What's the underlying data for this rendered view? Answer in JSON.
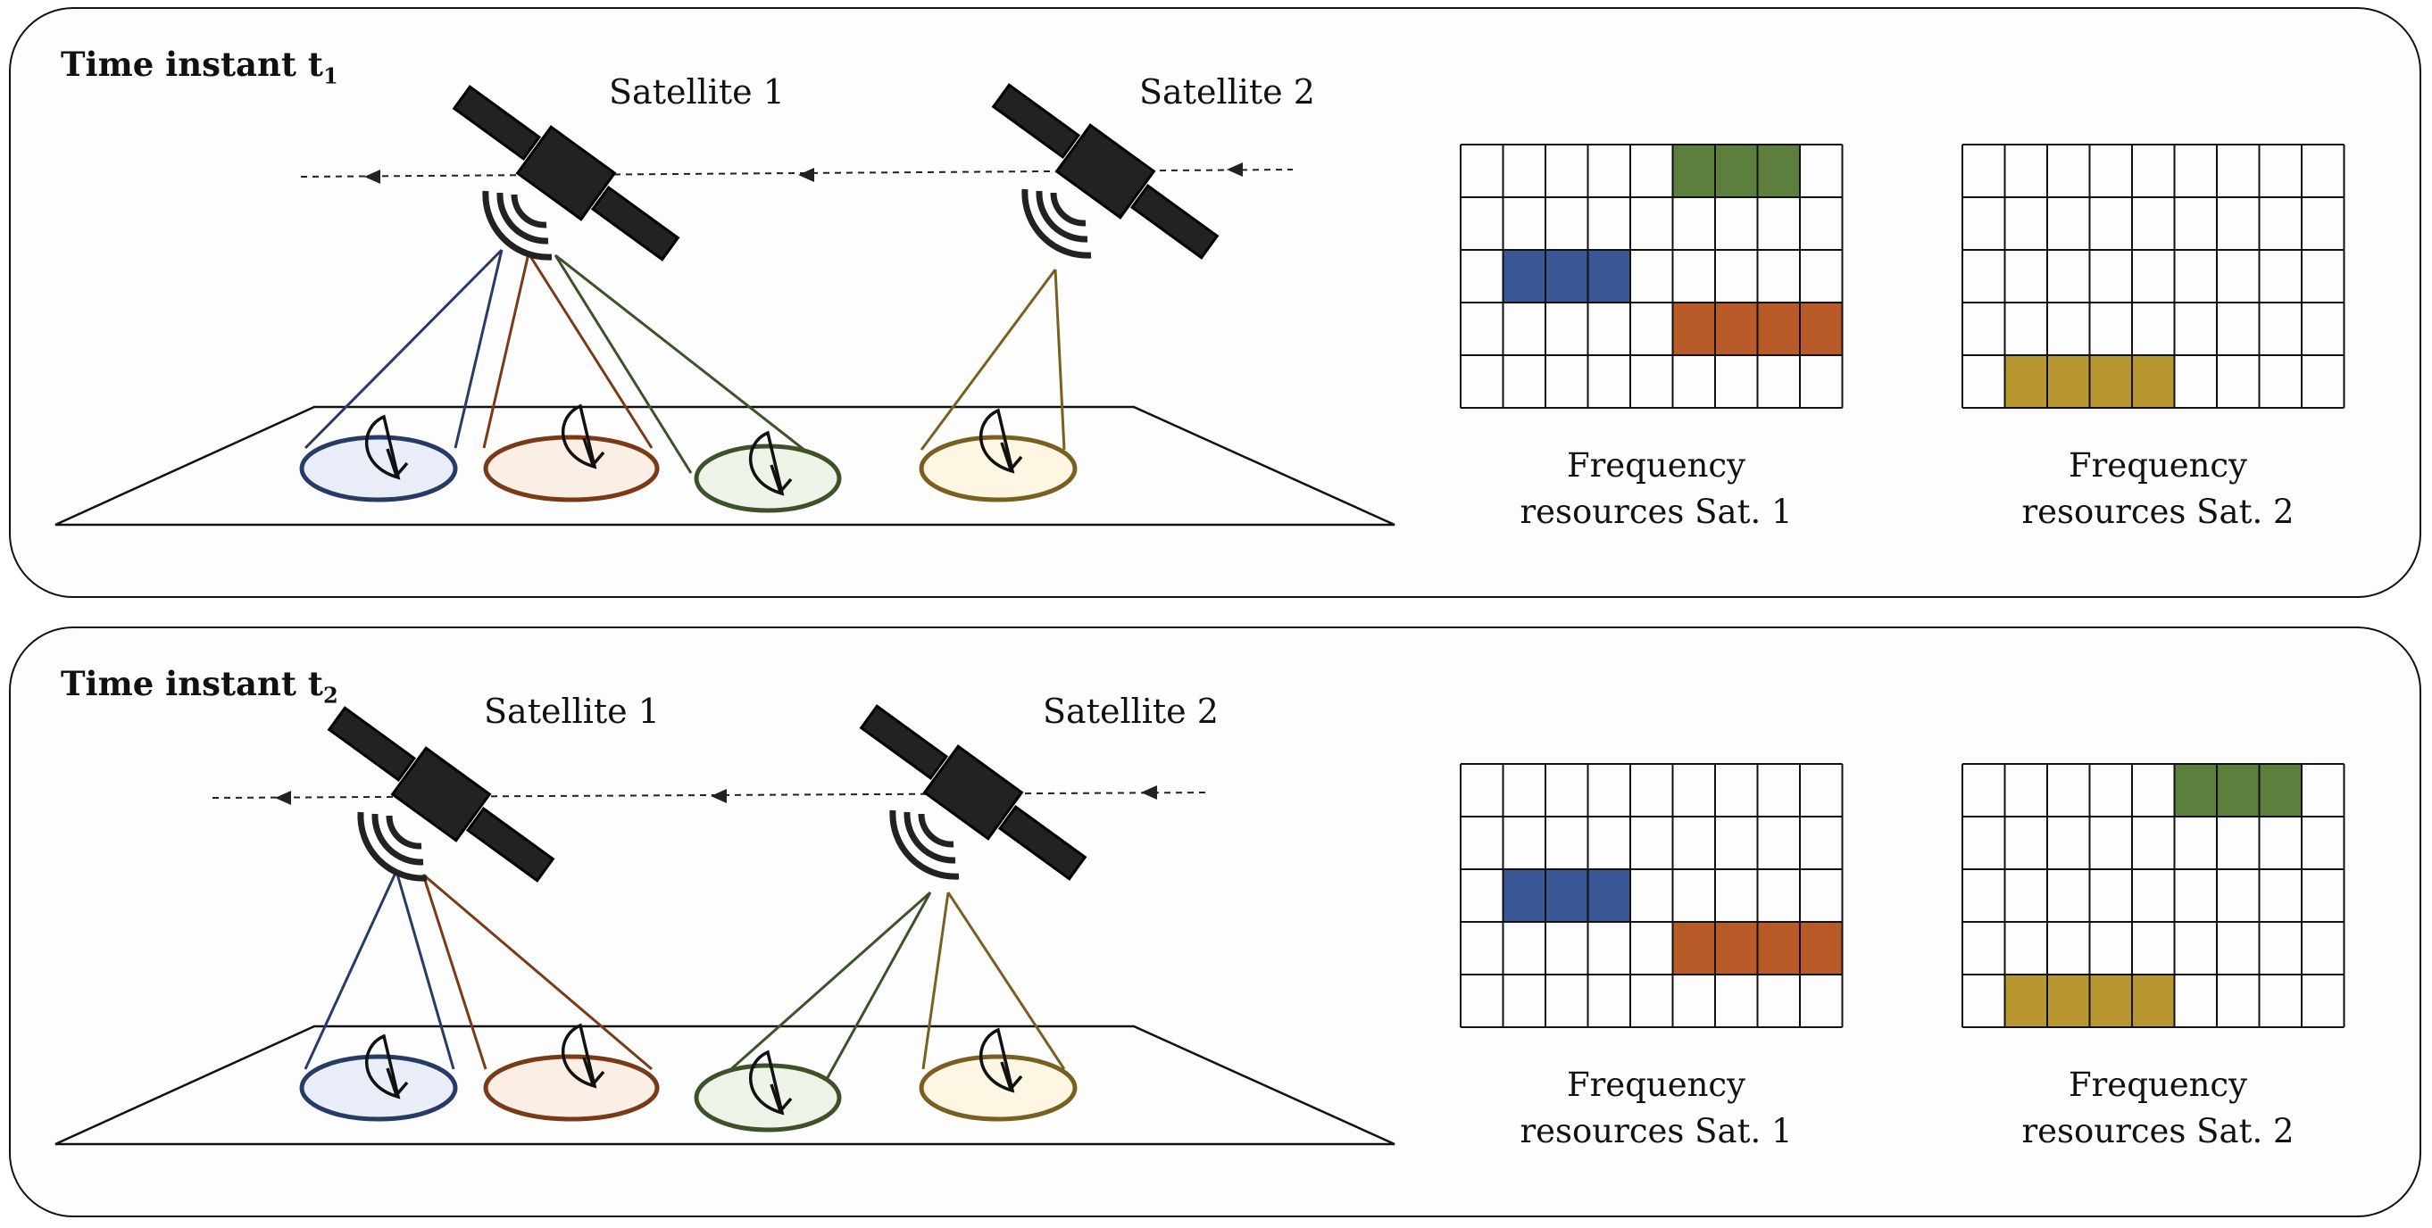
{
  "colors": {
    "blue": "#3a5896",
    "green": "#5c7f3d",
    "orange": "#b95b28",
    "gold": "#b89630",
    "blue_fill": "#e8edf7",
    "orange_fill": "#fbeee4",
    "green_fill": "#eef3e8",
    "gold_fill": "#fdf6e2",
    "blue_line": "#263c66",
    "orange_line": "#7a3a16",
    "green_line": "#3d5228",
    "gold_line": "#7a6020"
  },
  "panels": [
    {
      "title_main": "Time instant t",
      "title_sub": "1",
      "satellites": [
        {
          "label": "Satellite 1",
          "icon": "satellite-icon"
        },
        {
          "label": "Satellite 2",
          "icon": "satellite-icon"
        }
      ],
      "ground_terminals": [
        "blue",
        "orange",
        "green",
        "gold"
      ],
      "beam_assignment": {
        "blue": "Satellite 1",
        "orange": "Satellite 1",
        "green": "Satellite 1",
        "gold": "Satellite 2"
      },
      "grids": [
        {
          "caption_line1": "Frequency",
          "caption_line2": "resources Sat. 1",
          "rows": 5,
          "cols": 9,
          "blocks": [
            {
              "color": "green",
              "row": 0,
              "col_start": 5,
              "length": 3
            },
            {
              "color": "blue",
              "row": 2,
              "col_start": 1,
              "length": 3
            },
            {
              "color": "orange",
              "row": 3,
              "col_start": 5,
              "length": 4
            }
          ]
        },
        {
          "caption_line1": "Frequency",
          "caption_line2": "resources Sat. 2",
          "rows": 5,
          "cols": 9,
          "blocks": [
            {
              "color": "gold",
              "row": 4,
              "col_start": 1,
              "length": 4
            }
          ]
        }
      ]
    },
    {
      "title_main": "Time instant t",
      "title_sub": "2",
      "satellites": [
        {
          "label": "Satellite 1",
          "icon": "satellite-icon"
        },
        {
          "label": "Satellite 2",
          "icon": "satellite-icon"
        }
      ],
      "ground_terminals": [
        "blue",
        "orange",
        "green",
        "gold"
      ],
      "beam_assignment": {
        "blue": "Satellite 1",
        "orange": "Satellite 1",
        "green": "Satellite 2",
        "gold": "Satellite 2"
      },
      "grids": [
        {
          "caption_line1": "Frequency",
          "caption_line2": "resources Sat. 1",
          "rows": 5,
          "cols": 9,
          "blocks": [
            {
              "color": "blue",
              "row": 2,
              "col_start": 1,
              "length": 3
            },
            {
              "color": "orange",
              "row": 3,
              "col_start": 5,
              "length": 4
            }
          ]
        },
        {
          "caption_line1": "Frequency",
          "caption_line2": "resources Sat. 2",
          "rows": 5,
          "cols": 9,
          "blocks": [
            {
              "color": "green",
              "row": 0,
              "col_start": 5,
              "length": 3
            },
            {
              "color": "gold",
              "row": 4,
              "col_start": 1,
              "length": 4
            }
          ]
        }
      ]
    }
  ]
}
